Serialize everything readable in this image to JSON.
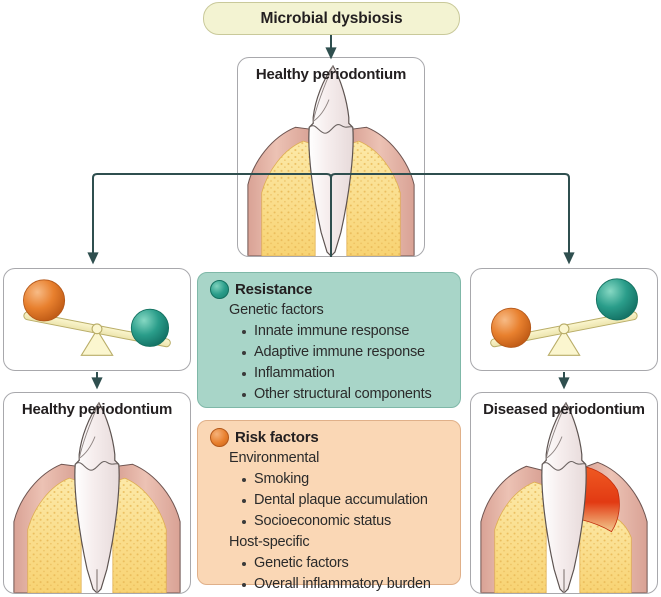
{
  "diagram": {
    "title": "Microbial dysbiosis",
    "accent_colors": {
      "title_box_fill": "#f3f3d2",
      "resistance_fill": "#a8d5c8",
      "risk_fill": "#fad7b5",
      "resistance_sphere": "#2a9d8a",
      "risk_sphere": "#e8802e",
      "inflammation_red": "#e23a13",
      "bone_yellow": "#fbe08a",
      "gingiva_pink": "#e8b5a8",
      "tooth_white": "#f4ecec",
      "connector": "#2f4f4f"
    }
  },
  "nodes": {
    "top_tooth": {
      "label": "Healthy periodontium"
    },
    "left_tooth": {
      "label": "Healthy periodontium"
    },
    "right_tooth": {
      "label": "Diseased periodontium"
    }
  },
  "scales": {
    "left": {
      "name": "resistance-outweighs-risk",
      "tilt_degrees": -11,
      "low_side": "right",
      "left_ball": "risk-factors",
      "right_ball": "resistance"
    },
    "right": {
      "name": "risk-outweighs-resistance",
      "tilt_degrees": 11,
      "low_side": "left",
      "left_ball": "risk-factors",
      "right_ball": "resistance"
    }
  },
  "resistance": {
    "heading": "Resistance",
    "bullet_icon": "teal-sphere-icon",
    "groups": [
      {
        "label": "Genetic factors",
        "items": [
          "Innate immune response",
          "Adaptive immune response",
          "Inflammation",
          "Other structural components"
        ]
      }
    ]
  },
  "risk": {
    "heading": "Risk factors",
    "bullet_icon": "orange-sphere-icon",
    "groups": [
      {
        "label": "Environmental",
        "items": [
          "Smoking",
          "Dental plaque accumulation",
          "Socioeconomic status"
        ]
      },
      {
        "label": "Host-specific",
        "items": [
          "Genetic factors",
          "Overall inflammatory burden"
        ]
      }
    ]
  }
}
